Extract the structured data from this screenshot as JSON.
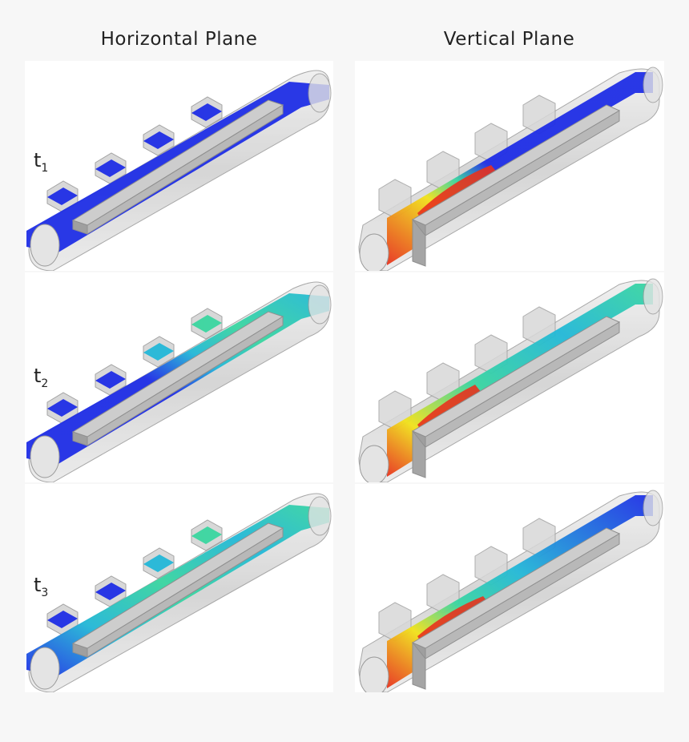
{
  "columns": [
    {
      "id": "horizontal",
      "title": "Horizontal Plane"
    },
    {
      "id": "vertical",
      "title": "Vertical Plane"
    }
  ],
  "rows": [
    {
      "base": "t",
      "sub": "1"
    },
    {
      "base": "t",
      "sub": "2"
    },
    {
      "base": "t",
      "sub": "3"
    }
  ],
  "colormap": {
    "low": "#1f2ee6",
    "mid_low": "#23b8d8",
    "mid": "#3ad6a0",
    "mid_high": "#f2e21a",
    "high": "#e8321e"
  },
  "geometry_colors": {
    "pipe": "#c9c9c9",
    "baffle": "#a9a9a9",
    "outline": "#9a9a9a"
  }
}
